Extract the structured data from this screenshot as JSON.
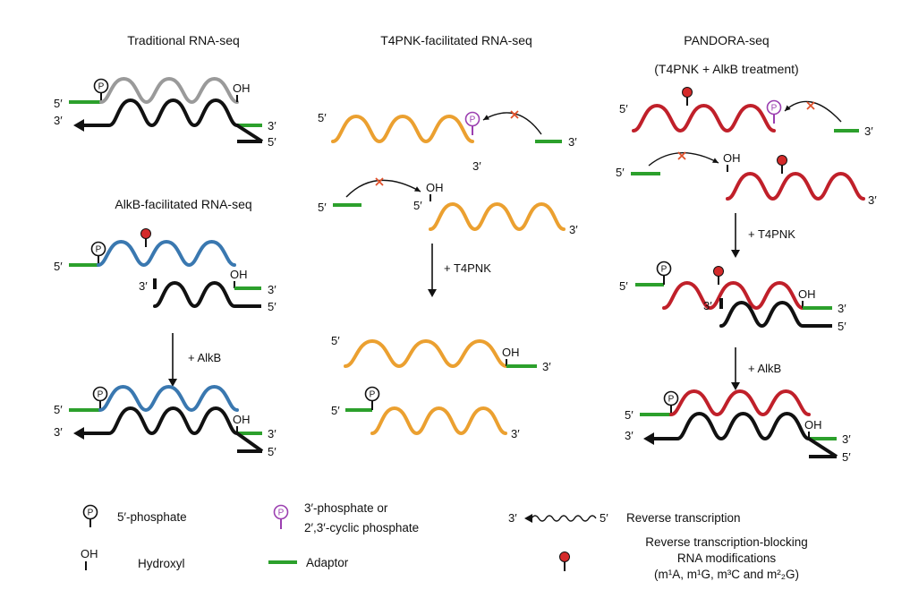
{
  "panels": {
    "traditional": {
      "title": "Traditional RNA-seq"
    },
    "alkb": {
      "title": "AlkB-facilitated RNA-seq",
      "step": "+ AlkB"
    },
    "t4pnk": {
      "title": "T4PNK-facilitated RNA-seq",
      "step": "+ T4PNK"
    },
    "pandora": {
      "title": "PANDORA-seq",
      "subtitle": "(T4PNK + AlkB treatment)",
      "step1": "+ T4PNK",
      "step2": "+ AlkB"
    }
  },
  "labels": {
    "five": "5′",
    "three": "3′",
    "oh": "OH",
    "p": "P",
    "block": "×"
  },
  "legend": {
    "p5": "5′-phosphate",
    "p3_line1": "3′-phosphate or",
    "p3_line2": "2′,3′-cyclic phosphate",
    "oh_symbol": "OH",
    "hydroxyl": "Hydroxyl",
    "adaptor": "Adaptor",
    "rt": "Reverse transcription",
    "mod_line1": "Reverse transcription-blocking",
    "mod_line2": "RNA modifications",
    "mod_line3": "(m¹A, m¹G, m³C and m²₂G)"
  },
  "colors": {
    "adaptor": "#2ca02c",
    "rna_traditional": "#9a9a9a",
    "rna_alkb": "#3a78b0",
    "rna_t4pnk": "#eba030",
    "rna_pandora": "#c0202a",
    "cdna": "#111111",
    "phosphate3": "#9b3fb0",
    "modification": "#d42a2a",
    "block": "#e0502a"
  },
  "icons": [
    "phosphate-5-icon",
    "phosphate-3-icon",
    "hydroxyl-icon",
    "modification-icon",
    "block-x-icon",
    "arrow-icon"
  ]
}
